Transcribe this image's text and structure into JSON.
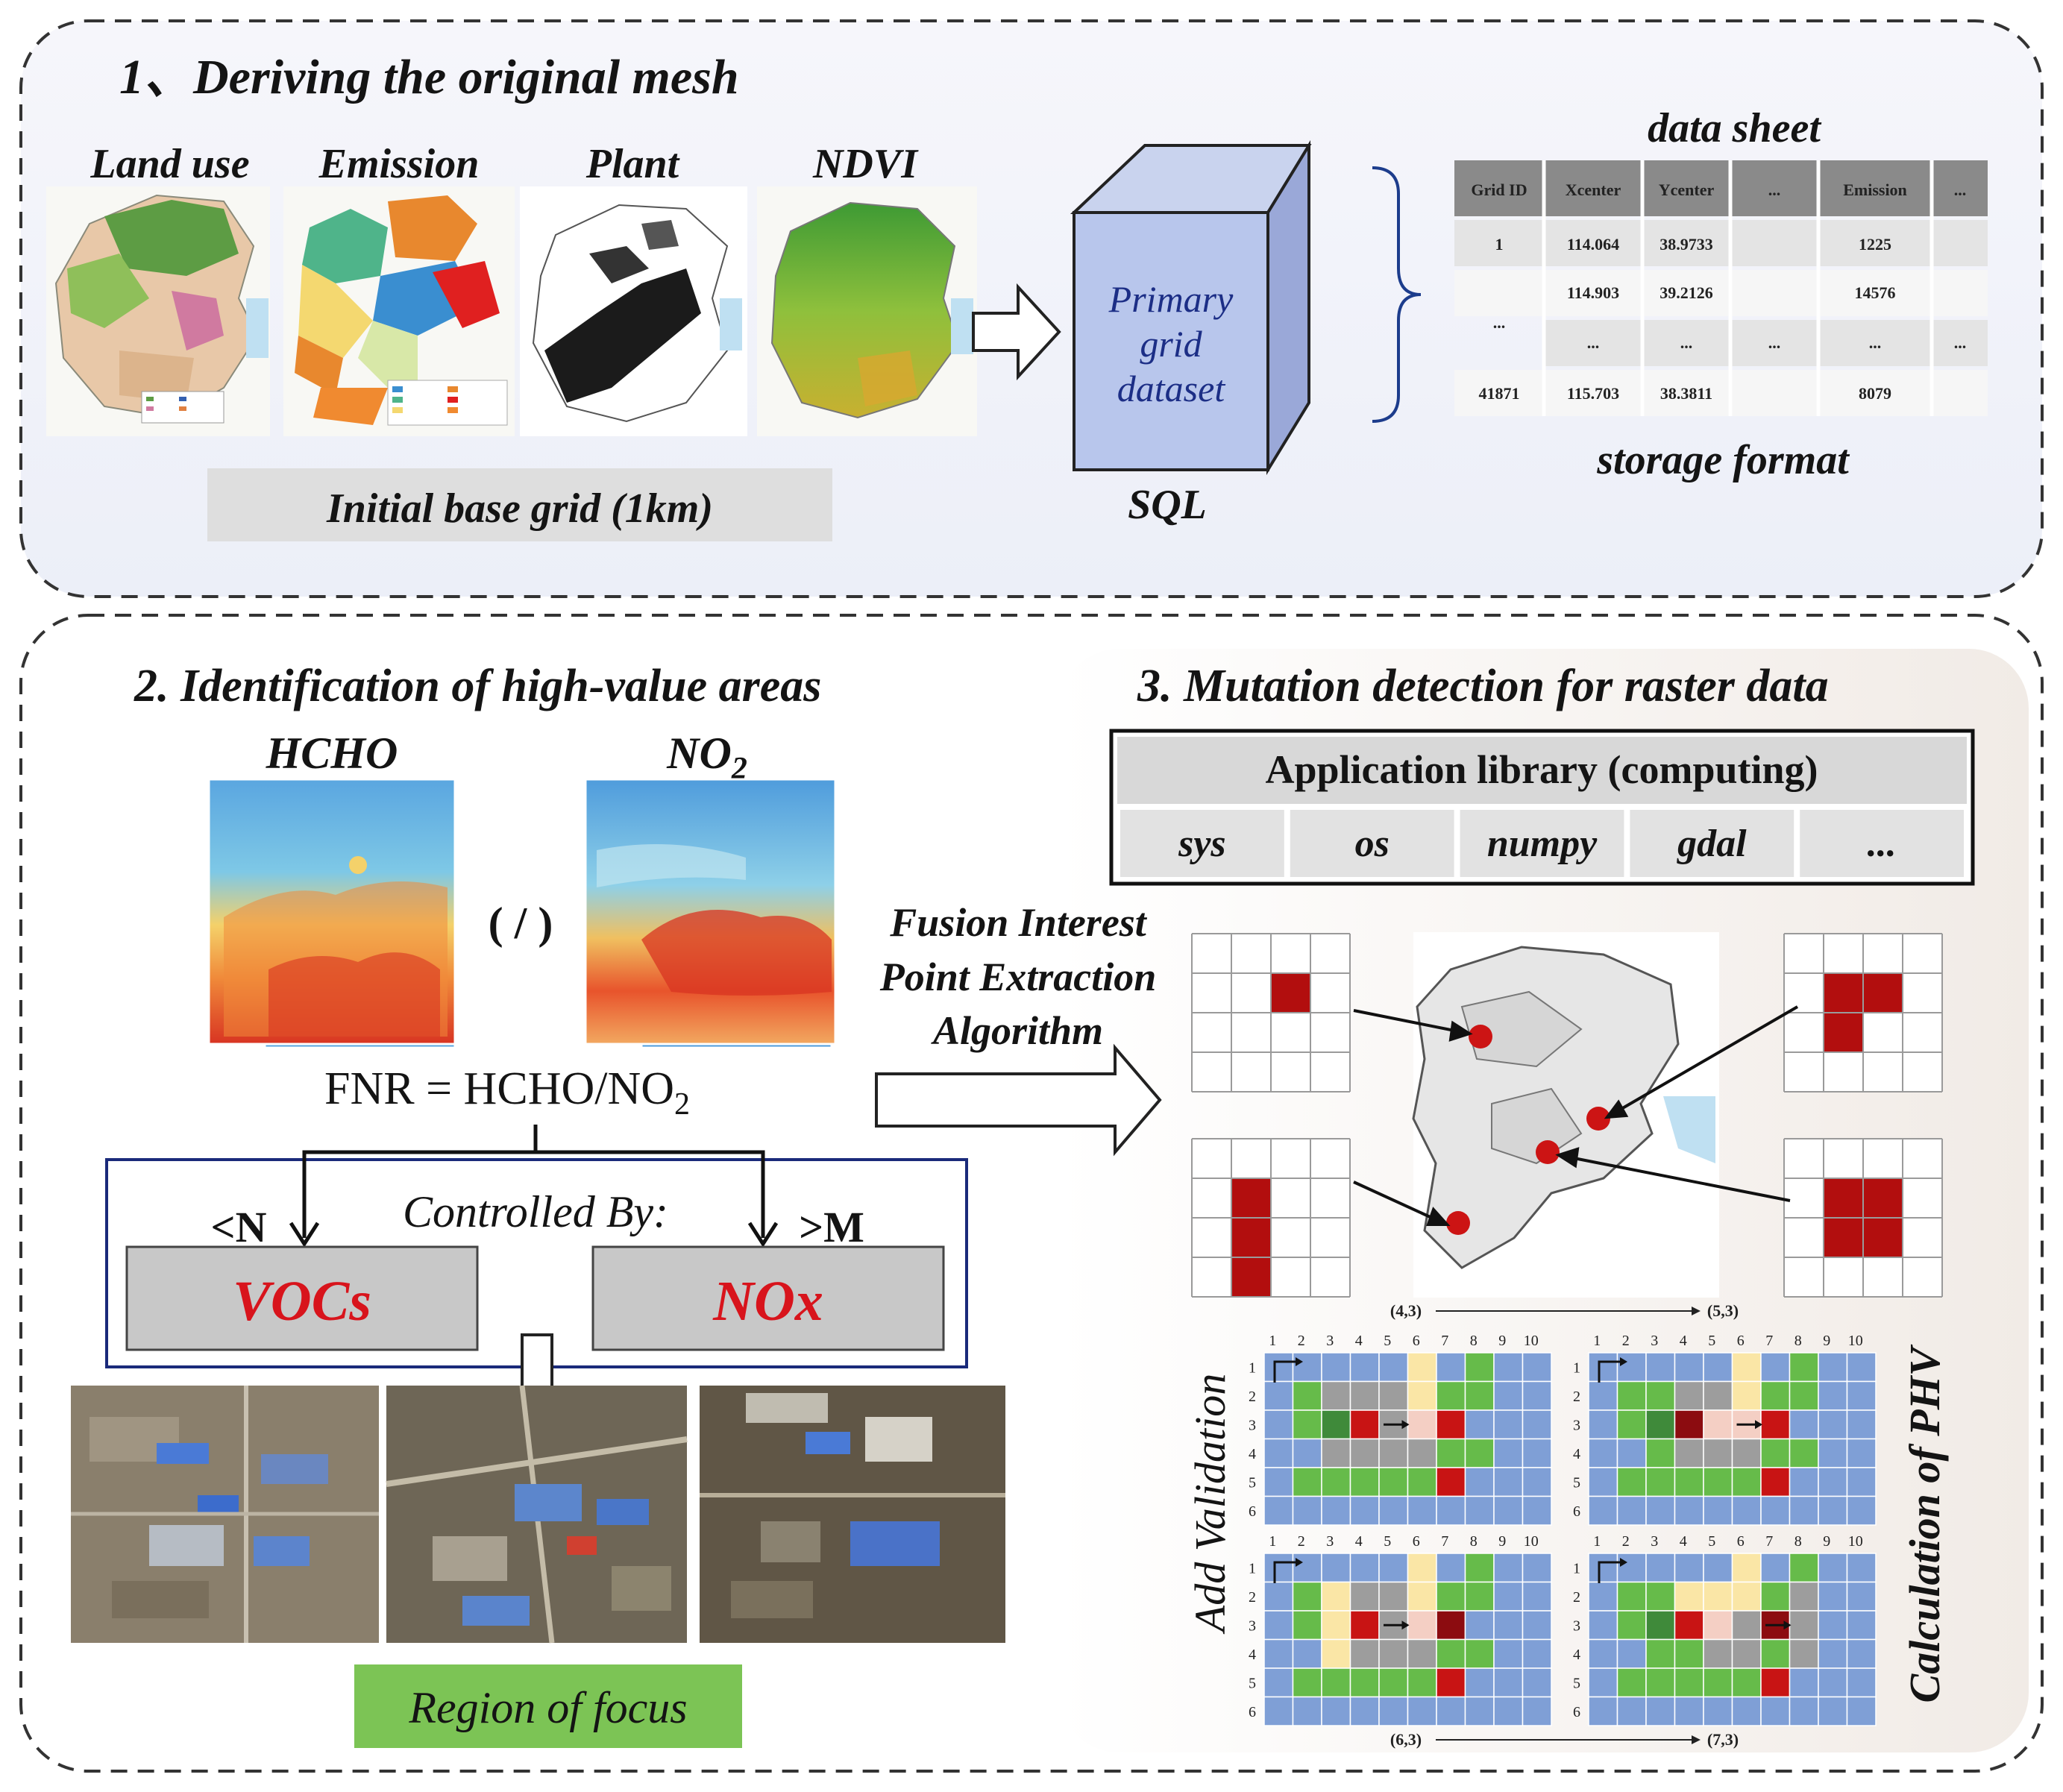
{
  "section1": {
    "title": "1、Deriving the original mesh",
    "maps": [
      {
        "label": "Land use"
      },
      {
        "label": "Emission"
      },
      {
        "label": "Plant"
      },
      {
        "label": "NDVI"
      }
    ],
    "base_grid_label": "Initial base grid (1km)",
    "cube": {
      "line1": "Primary",
      "line2": "grid",
      "line3": "dataset"
    },
    "sql_label": "SQL",
    "data_sheet_title": "data sheet",
    "storage_format_label": "storage format",
    "table": {
      "headers": [
        "Grid ID",
        "Xcenter",
        "Ycenter",
        "...",
        "Emission",
        "..."
      ],
      "rows": [
        [
          "1",
          "114.064",
          "38.9733",
          "",
          "1225",
          ""
        ],
        [
          "",
          "114.903",
          "39.2126",
          "",
          "14576",
          ""
        ],
        [
          "...",
          "...",
          "...",
          "...",
          "...",
          "..."
        ],
        [
          "41871",
          "115.703",
          "38.3811",
          "",
          "8079",
          ""
        ]
      ],
      "merged_id_dash": "..."
    }
  },
  "section2": {
    "title": "2. Identification of high-value areas",
    "hcho_label": "HCHO",
    "no2_label": "NO",
    "no2_sub": "2",
    "divide_label": "( / )",
    "fnr_text": "FNR = HCHO/NO",
    "fnr_sub": "2",
    "controlled_by": "Controlled By:",
    "less_label": "<N",
    "greater_label": ">M",
    "vocs_label": "VOCs",
    "nox_label": "NOx",
    "region_label": "Region of focus"
  },
  "section3": {
    "title": "3. Mutation detection for raster data",
    "library_title": "Application library (computing)",
    "libraries": [
      "sys",
      "os",
      "numpy",
      "gdal",
      "..."
    ],
    "fusion_line1": "Fusion Interest",
    "fusion_line2": "Point Extraction",
    "fusion_line3": "Algorithm",
    "add_validation": "Add  Validation",
    "calc_phv": "Calculation of PHV",
    "coord_top_left": "(4,3)",
    "coord_top_right": "(5,3)",
    "coord_bottom_left": "(6,3)",
    "coord_bottom_right": "(7,3)",
    "col_numbers": [
      "1",
      "2",
      "3",
      "4",
      "5",
      "6",
      "7",
      "8",
      "9",
      "10"
    ],
    "row_numbers": [
      "1",
      "2",
      "3",
      "4",
      "5",
      "6"
    ]
  },
  "colors": {
    "accent_red": "#d8141c",
    "cube_face": "#b8c6ec",
    "region_green": "#7cc455",
    "grid_cell_red": "#b20e0e",
    "bracket_blue": "#1c3c8c"
  }
}
